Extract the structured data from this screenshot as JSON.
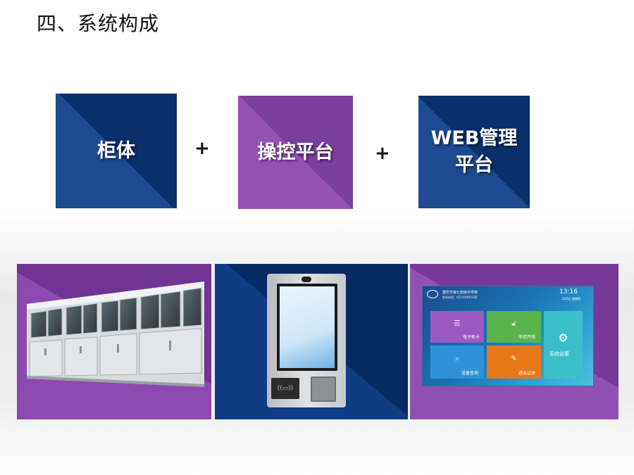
{
  "page": {
    "title": "四、系统构成"
  },
  "tiles": [
    {
      "id": "tile1",
      "lines": [
        "柜体"
      ]
    },
    {
      "id": "tile2",
      "lines": [
        "操控平台"
      ]
    },
    {
      "id": "tile3",
      "lines": [
        "WEB管理",
        "平台"
      ]
    }
  ],
  "plus_signs": [
    "+",
    "+"
  ],
  "app_screen": {
    "school": "重庆市第七初级中学校",
    "phone": "联系电话：023-65405168",
    "time": "13:16",
    "date": "1月5日  星期四",
    "tiles": [
      {
        "label": "电子柜卡",
        "icon": "list-icon"
      },
      {
        "label": "申请开锁",
        "icon": "lock-icon"
      },
      {
        "label": "设备查询",
        "icon": "search-document-icon"
      },
      {
        "label": "进出记录",
        "icon": "edit-document-icon"
      },
      {
        "label": "系统设置",
        "icon": "gears-icon"
      }
    ]
  },
  "kiosk": {
    "card_reader_label": "((▭))"
  },
  "colors": {
    "blue_tile": "#1d4a90",
    "purple_tile": "#9552b4",
    "app_purple": "#9b59c4",
    "app_green": "#57b34a",
    "app_blue": "#2f92d8",
    "app_orange": "#e7781a",
    "app_cyan": "#3cbfcb"
  }
}
